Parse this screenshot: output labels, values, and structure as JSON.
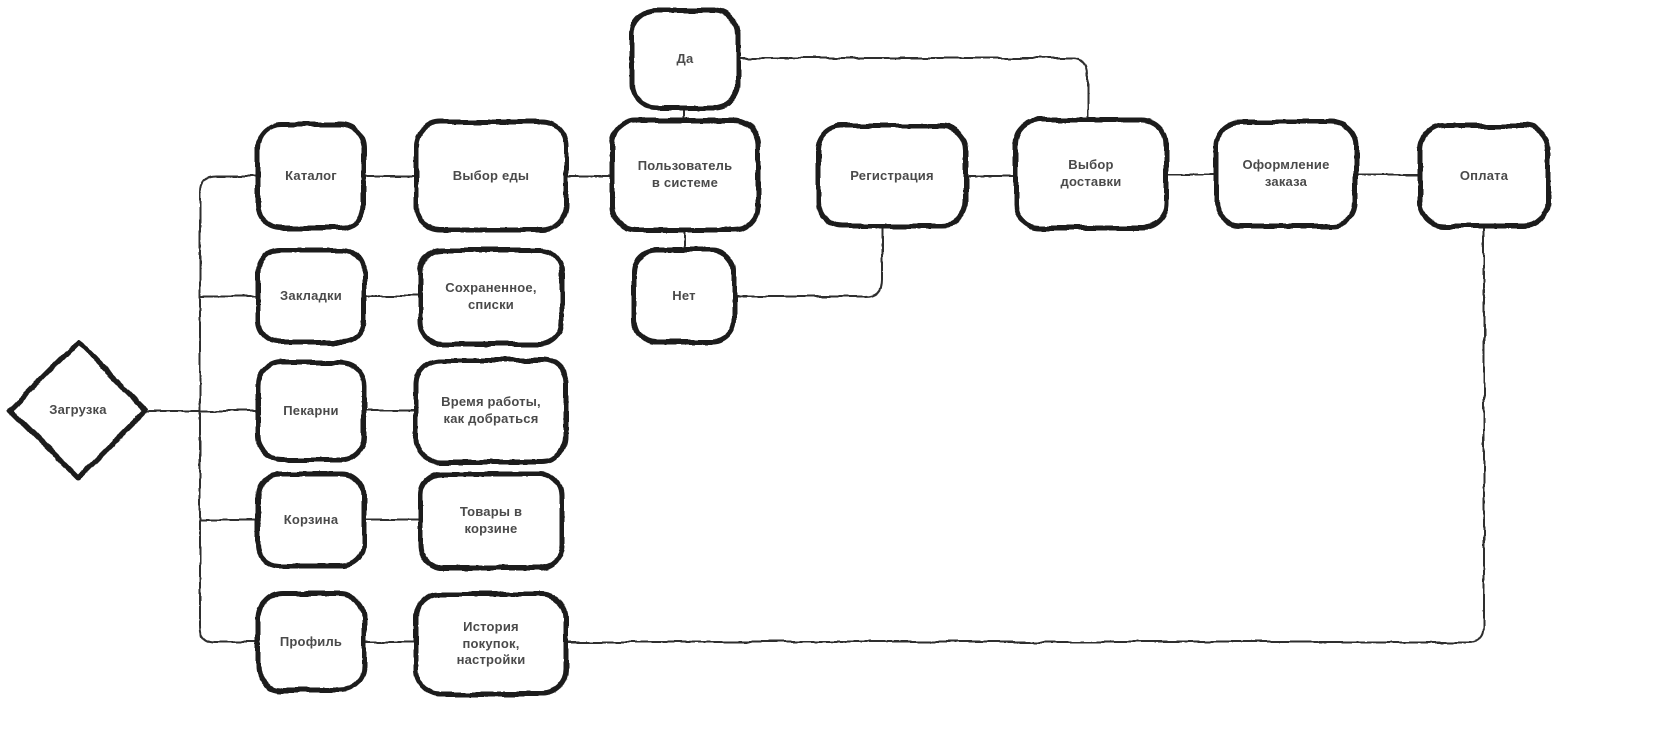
{
  "diagram": {
    "background_color": "#ffffff",
    "node_stroke_color": "#1c1c1c",
    "edge_stroke_color": "#2e2e2e",
    "text_color": "#4a4a4a",
    "nodes": {
      "start": {
        "label": "Загрузка",
        "shape": "diamond"
      },
      "catalog": {
        "label": "Каталог",
        "shape": "rounded-rect"
      },
      "bookmarks": {
        "label": "Закладки",
        "shape": "rounded-rect"
      },
      "bakeries": {
        "label": "Пекарни",
        "shape": "rounded-rect"
      },
      "cart": {
        "label": "Корзина",
        "shape": "rounded-rect"
      },
      "profile": {
        "label": "Профиль",
        "shape": "rounded-rect"
      },
      "food_choice": {
        "label": "Выбор еды",
        "shape": "rounded-rect"
      },
      "saved_lists": {
        "label": "Сохраненное, списки",
        "shape": "rounded-rect"
      },
      "hours_directions": {
        "label": "Время работы, как добраться",
        "shape": "rounded-rect"
      },
      "cart_items": {
        "label": "Товары в корзине",
        "shape": "rounded-rect"
      },
      "history_settings": {
        "label": "История покупок, настройки",
        "shape": "rounded-rect"
      },
      "yes": {
        "label": "Да",
        "shape": "rounded-rect"
      },
      "user_in_system": {
        "label": "Пользователь в системе",
        "shape": "rounded-rect"
      },
      "no": {
        "label": "Нет",
        "shape": "rounded-rect"
      },
      "registration": {
        "label": "Регистрация",
        "shape": "rounded-rect"
      },
      "delivery_choice": {
        "label": "Выбор доставки",
        "shape": "rounded-rect"
      },
      "checkout": {
        "label": "Оформление заказа",
        "shape": "rounded-rect"
      },
      "payment": {
        "label": "Оплата",
        "shape": "rounded-rect"
      }
    },
    "edges": [
      {
        "from": "start",
        "to": "catalog"
      },
      {
        "from": "start",
        "to": "bookmarks"
      },
      {
        "from": "start",
        "to": "bakeries"
      },
      {
        "from": "start",
        "to": "cart"
      },
      {
        "from": "start",
        "to": "profile"
      },
      {
        "from": "catalog",
        "to": "food_choice"
      },
      {
        "from": "bookmarks",
        "to": "saved_lists"
      },
      {
        "from": "bakeries",
        "to": "hours_directions"
      },
      {
        "from": "cart",
        "to": "cart_items"
      },
      {
        "from": "profile",
        "to": "history_settings"
      },
      {
        "from": "food_choice",
        "to": "user_in_system"
      },
      {
        "from": "user_in_system",
        "to": "yes"
      },
      {
        "from": "user_in_system",
        "to": "no"
      },
      {
        "from": "yes",
        "to": "delivery_choice"
      },
      {
        "from": "no",
        "to": "registration"
      },
      {
        "from": "registration",
        "to": "delivery_choice"
      },
      {
        "from": "delivery_choice",
        "to": "checkout"
      },
      {
        "from": "checkout",
        "to": "payment"
      },
      {
        "from": "payment",
        "to": "history_settings"
      }
    ]
  }
}
